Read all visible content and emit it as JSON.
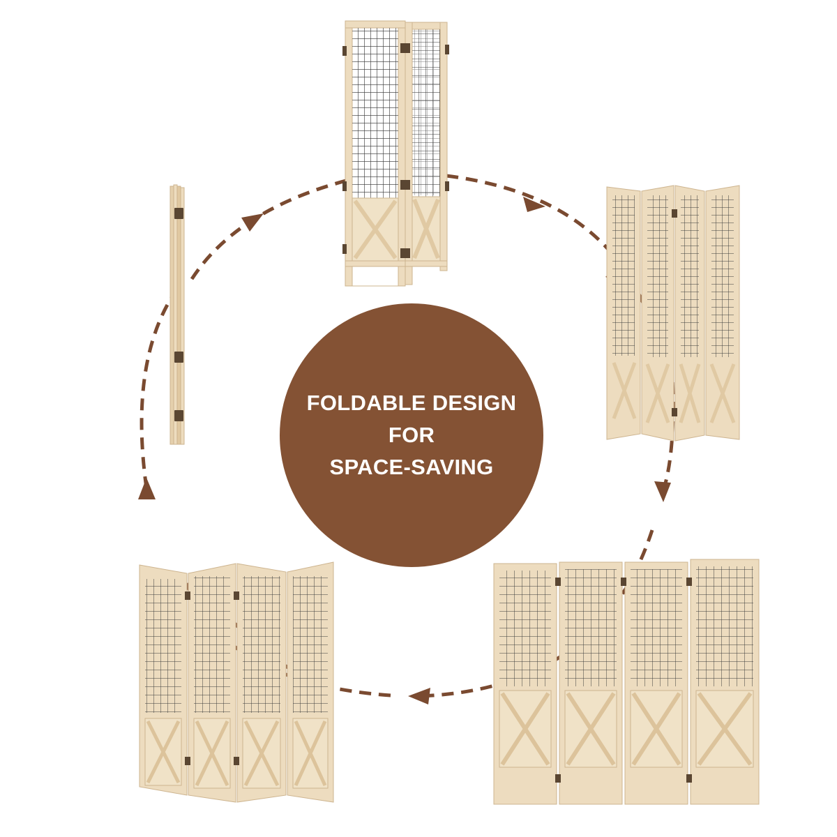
{
  "headline": {
    "line1": "FOLDABLE DESIGN",
    "line2": "FOR",
    "line3": "SPACE-SAVING"
  },
  "colors": {
    "badge": "#845234",
    "arrow": "#7a4a30",
    "wood": "#eddcbf",
    "wood_dark": "#cdb48f",
    "mesh": "#3b3b3b",
    "hinge": "#5a4632"
  },
  "illustrations": [
    {
      "name": "folded-flat",
      "panels": 4
    },
    {
      "name": "square-column",
      "panels": 4
    },
    {
      "name": "zigzag-right",
      "panels": 4
    },
    {
      "name": "fully-open",
      "panels": 4
    },
    {
      "name": "zigzag-left",
      "panels": 4
    }
  ],
  "icons": [
    "arrow-head-icon"
  ]
}
